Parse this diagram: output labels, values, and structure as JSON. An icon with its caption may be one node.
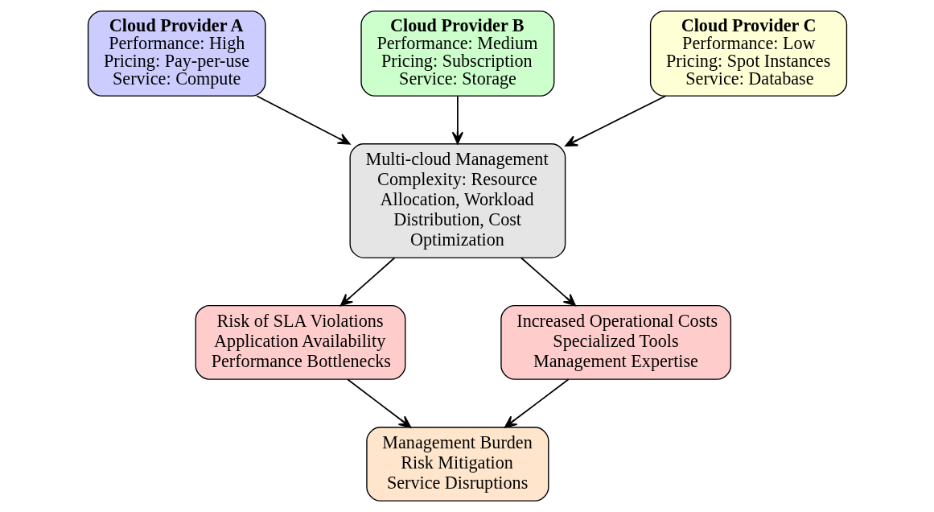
{
  "diagram": {
    "nodes": [
      {
        "text": [
          "Cloud Provider A",
          "Performance: High",
          "Pricing: Pay-per-use",
          "Service: Compute"
        ]
      },
      {
        "text": [
          "Cloud Provider B",
          "Performance: Medium",
          "Pricing: Subscription",
          "Service: Storage"
        ]
      },
      {
        "text": [
          "Cloud Provider C",
          "Performance: Low",
          "Pricing: Spot Instances",
          "Service: Database"
        ]
      },
      {
        "text": [
          "Multi-cloud Management Complexity: Resource Allocation, Workload Distribution, Cost Optimization"
        ]
      },
      {
        "text": [
          "Risk of SLA Violations",
          "Application Availability",
          "Performance Bottlenecks"
        ]
      },
      {
        "text": [
          "Increased Operational Costs",
          "Specialized Tools",
          "Management Expertise"
        ]
      },
      {
        "text": [
          "Management Burden",
          "Risk Mitigation",
          "Service Disruptions"
        ]
      }
    ],
    "edges": [
      {
        "from": 0,
        "to": 3,
        "arrow": "to"
      },
      {
        "from": 1,
        "to": 3,
        "arrow": "to"
      },
      {
        "from": 2,
        "to": 3,
        "arrow": "to"
      },
      {
        "from": 3,
        "to": 4,
        "arrow": "to"
      },
      {
        "from": 3,
        "to": 5,
        "arrow": "to"
      },
      {
        "from": 4,
        "to": 6,
        "arrow": "to"
      },
      {
        "from": 5,
        "to": 6,
        "arrow": "to"
      }
    ]
  }
}
